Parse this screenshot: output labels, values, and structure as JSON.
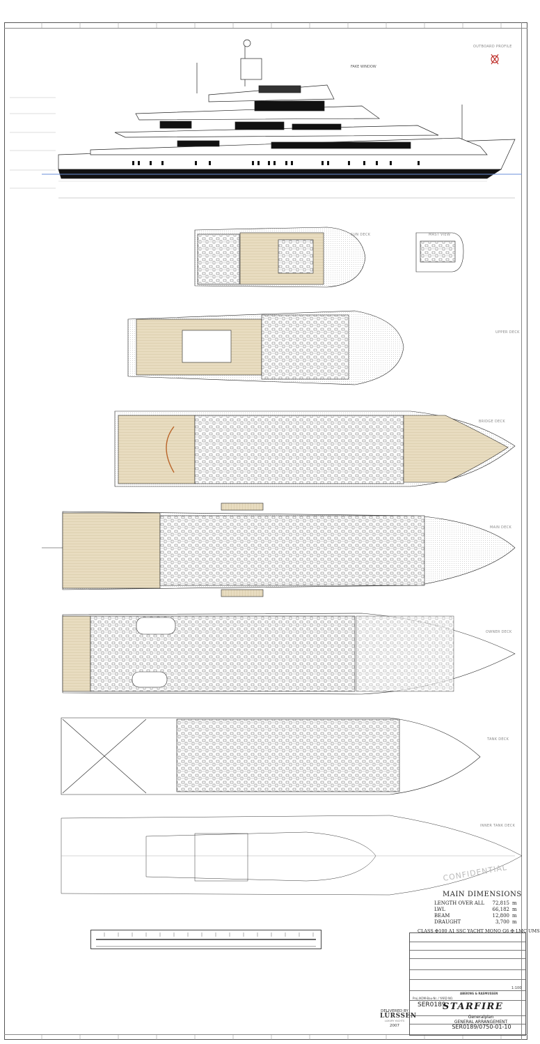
{
  "drawing": {
    "outboard_profile_label": "OUTBOARD PROFILE",
    "fake_window_label": "FAKE WINDOW",
    "deck_labels": {
      "sun_deck": "SUN DECK",
      "mast_view": "MAST VIEW",
      "upper_deck": "UPPER DECK",
      "bridge_deck": "BRIDGE DECK",
      "main_deck": "MAIN DECK",
      "owner_deck": "OWNER DECK",
      "tank_deck": "TANK DECK",
      "inner_tank_deck": "INNER TANK DECK"
    },
    "confidential": "CONFIDENTIAL"
  },
  "main_dimensions": {
    "title": "MAIN DIMENSIONS",
    "rows": [
      {
        "label": "LENGTH OVER ALL",
        "value": "72,815",
        "unit": "m"
      },
      {
        "label": "LWL",
        "value": "66,182",
        "unit": "m"
      },
      {
        "label": "BEAM",
        "value": "12,800",
        "unit": "m"
      },
      {
        "label": "DRAUGHT",
        "value": "3,700",
        "unit": "m"
      }
    ],
    "class_text": "CLASS  ✠100 A1 SSC YACHT MONO G6  ✠ LMC  UMS"
  },
  "title_block": {
    "project_no_label": "Proj./KOM-Bau-Nr. / YARD NO.",
    "project_no": "SER0189",
    "vessel_name": "STARFIRE",
    "drawing_title_line1": "Generalplan",
    "drawing_title_line2": "GENERAL ARRANGEMENT",
    "drawing_number": "SER0189/0750-01-10",
    "scale": "1:100",
    "company": "ABEKING & RASMUSSEN"
  },
  "delivered": {
    "label": "DELIVERED BY",
    "brand": "LÜRSSEN",
    "sub": "LUXURY YACHTS",
    "year": "2007"
  }
}
